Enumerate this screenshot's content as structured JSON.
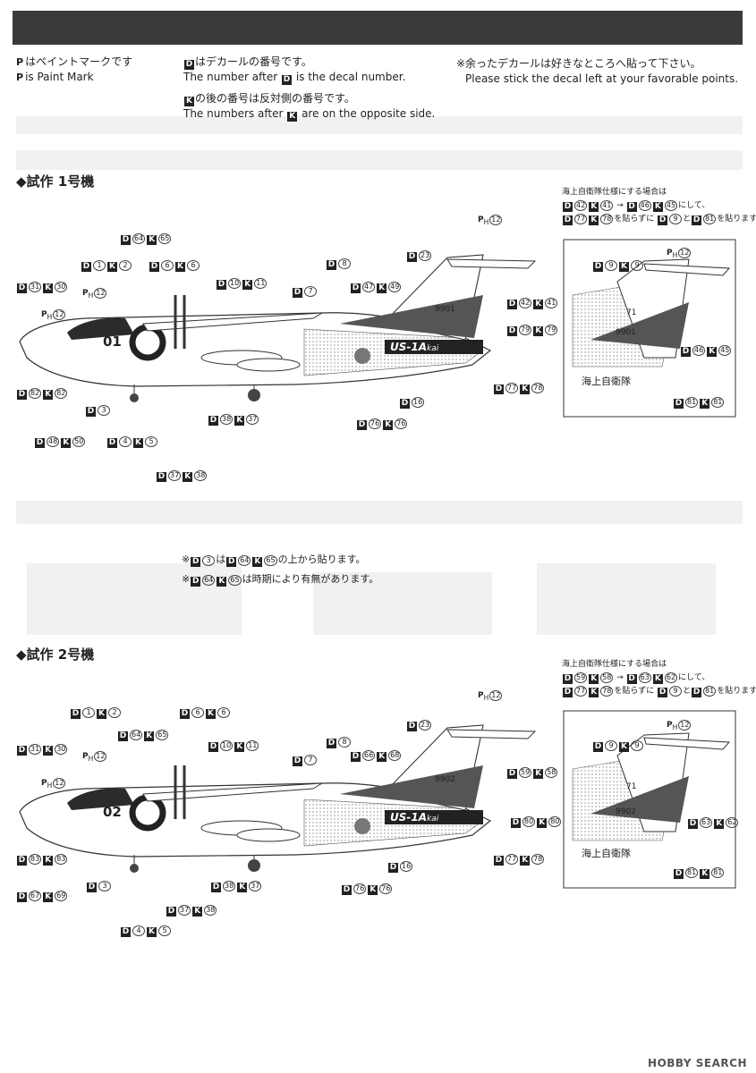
{
  "legend": {
    "paint_mark_jp": "はペイントマークです",
    "paint_mark_en": "is Paint Mark",
    "decal_jp": "はデカールの番号です。",
    "decal_en_pre": "The number after",
    "decal_en_post": "is the decal number.",
    "opposite_jp": "の後の番号は反対側の番号です。",
    "opposite_en_pre": "The numbers after",
    "opposite_en_post": "are on the opposite side.",
    "leftover_jp": "※余ったデカールは好きなところへ貼って下さい。",
    "leftover_en": "Please stick the decal left at your favorable points."
  },
  "sections": [
    {
      "title": "◆試作 1号機",
      "fuselage_code": "01",
      "tail_number": "9901",
      "model_name": "US-1A",
      "model_suffix": "kai",
      "tail_code": "71",
      "detail_tail_number": "9901",
      "jmsdf": "海上自衛隊",
      "jmsdf_note": {
        "title": "海上自衛隊仕様にする場合は",
        "l1_pre": "42",
        "l1_k": "41",
        "l1_arrow": "→",
        "l1_d2": "46",
        "l1_k2": "45",
        "l1_post": "にして、",
        "l2_d": "77",
        "l2_k": "78",
        "l2_mid": "を貼らずに",
        "l2_d2": "9",
        "l2_and": "と",
        "l2_d3": "81",
        "l2_post": "を貼ります。"
      },
      "callouts": [
        {
          "d": "64",
          "k": "65"
        },
        {
          "d": "1",
          "k": "2"
        },
        {
          "d": "6",
          "k": "6"
        },
        {
          "d": "31",
          "k": "30"
        },
        {
          "d": "10",
          "k": "11"
        },
        {
          "d": "8",
          "k": ""
        },
        {
          "d": "7",
          "k": ""
        },
        {
          "d": "47",
          "k": "49"
        },
        {
          "d": "23",
          "k": ""
        },
        {
          "d": "42",
          "k": "41"
        },
        {
          "d": "79",
          "k": "79"
        },
        {
          "d": "77",
          "k": "78"
        },
        {
          "d": "16",
          "k": ""
        },
        {
          "d": "76",
          "k": "76"
        },
        {
          "d": "82",
          "k": "82"
        },
        {
          "d": "3",
          "k": ""
        },
        {
          "d": "48",
          "k": "50"
        },
        {
          "d": "4",
          "k": "5"
        },
        {
          "d": "38",
          "k": "37"
        },
        {
          "d": "37",
          "k": "38"
        }
      ],
      "detail_callouts": [
        {
          "d": "9",
          "k": "9"
        },
        {
          "d": "46",
          "k": "45"
        },
        {
          "d": "81",
          "k": "81"
        }
      ],
      "ph": "P",
      "ph_sub": "H",
      "ph_num": "12"
    },
    {
      "title": "◆試作 2号機",
      "fuselage_code": "02",
      "tail_number": "9902",
      "model_name": "US-1A",
      "model_suffix": "kai",
      "tail_code": "71",
      "detail_tail_number": "9902",
      "jmsdf": "海上自衛隊",
      "jmsdf_note": {
        "title": "海上自衛隊仕様にする場合は",
        "l1_pre": "59",
        "l1_k": "58",
        "l1_arrow": "→",
        "l1_d2": "63",
        "l1_k2": "62",
        "l1_post": "にして、",
        "l2_d": "77",
        "l2_k": "78",
        "l2_mid": "を貼らずに",
        "l2_d2": "9",
        "l2_and": "と",
        "l2_d3": "81",
        "l2_post": "を貼ります。"
      },
      "callouts": [
        {
          "d": "1",
          "k": "2"
        },
        {
          "d": "6",
          "k": "6"
        },
        {
          "d": "64",
          "k": "65"
        },
        {
          "d": "31",
          "k": "30"
        },
        {
          "d": "10",
          "k": "11"
        },
        {
          "d": "8",
          "k": ""
        },
        {
          "d": "7",
          "k": ""
        },
        {
          "d": "66",
          "k": "68"
        },
        {
          "d": "23",
          "k": ""
        },
        {
          "d": "59",
          "k": "58"
        },
        {
          "d": "80",
          "k": "80"
        },
        {
          "d": "77",
          "k": "78"
        },
        {
          "d": "16",
          "k": ""
        },
        {
          "d": "76",
          "k": "76"
        },
        {
          "d": "83",
          "k": "83"
        },
        {
          "d": "3",
          "k": ""
        },
        {
          "d": "67",
          "k": "69"
        },
        {
          "d": "38",
          "k": "37"
        },
        {
          "d": "37",
          "k": "38"
        },
        {
          "d": "4",
          "k": "5"
        }
      ],
      "detail_callouts": [
        {
          "d": "9",
          "k": "9"
        },
        {
          "d": "63",
          "k": "62"
        },
        {
          "d": "81",
          "k": "81"
        }
      ],
      "ph": "P",
      "ph_sub": "H",
      "ph_num": "12"
    }
  ],
  "mid_notes": {
    "n1_pre": "※",
    "n1_d": "3",
    "n1_mid": "は",
    "n1_d2": "64",
    "n1_k": "65",
    "n1_post": "の上から貼ります。",
    "n2_pre": "※",
    "n2_d": "64",
    "n2_k": "65",
    "n2_post": "は時期により有無があります。"
  },
  "watermark": "HOBBY SEARCH",
  "icons": {
    "decal": "D",
    "opposite": "K",
    "paint": "P"
  }
}
